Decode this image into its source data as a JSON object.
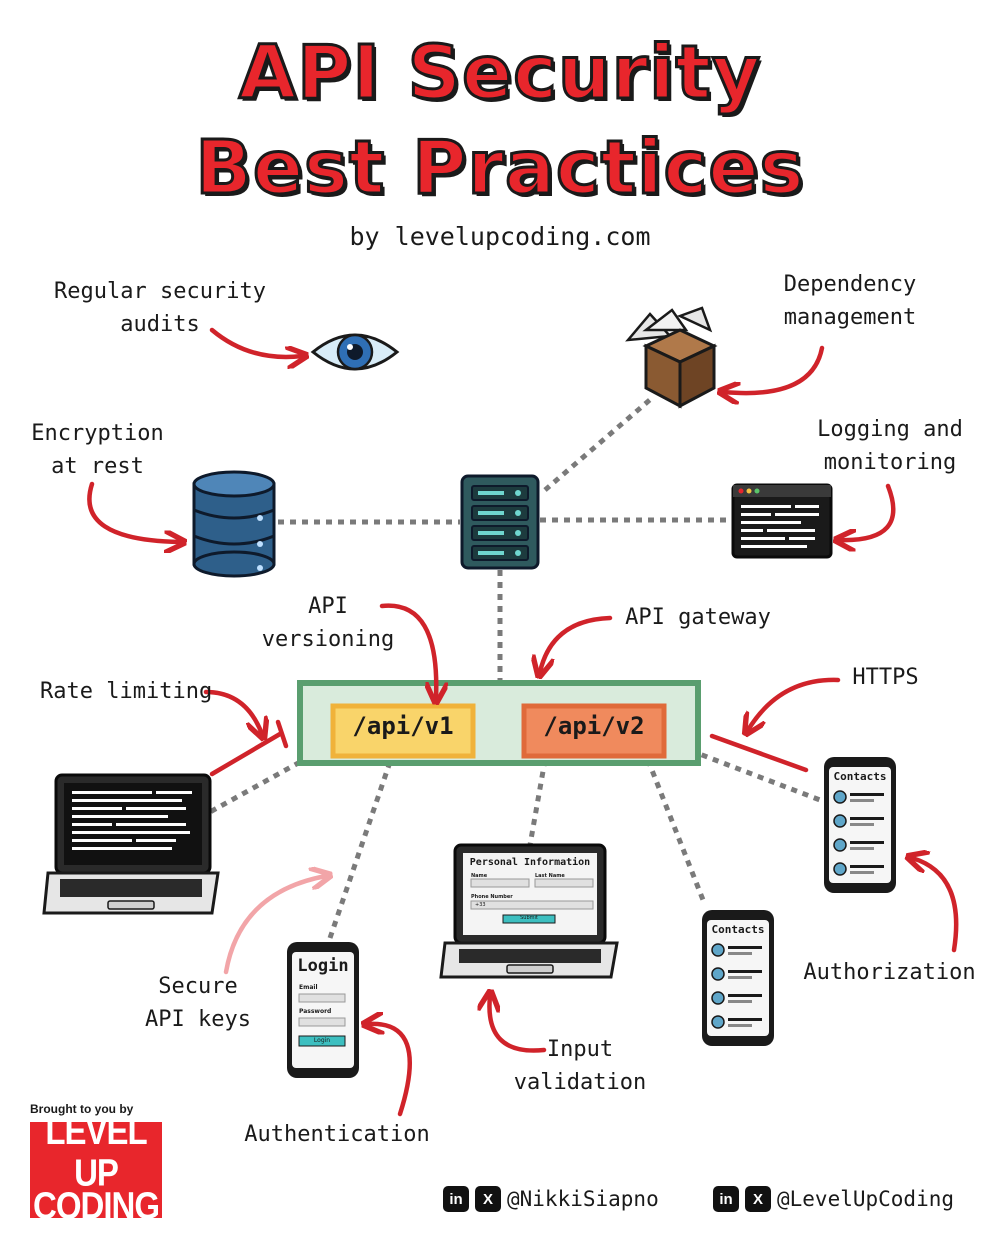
{
  "title": {
    "line1": "API Security",
    "line2": "Best Practices"
  },
  "subtitle": "by levelupcoding.com",
  "labels": {
    "regular_audits": [
      "Regular security",
      "audits"
    ],
    "dependency": [
      "Dependency",
      "management"
    ],
    "encryption": [
      "Encryption",
      "at rest"
    ],
    "logging": [
      "Logging and",
      "monitoring"
    ],
    "versioning": [
      "API",
      "versioning"
    ],
    "gateway": "API gateway",
    "rate_limiting": "Rate limiting",
    "https": "HTTPS",
    "secure_keys": [
      "Secure",
      "API keys"
    ],
    "input_validation": [
      "Input",
      "validation"
    ],
    "authorization": "Authorization",
    "authentication": "Authentication"
  },
  "gateway_box": {
    "v1": "/api/v1",
    "v2": "/api/v2"
  },
  "devices": {
    "login_title": "Login",
    "login_email": "Email",
    "login_password": "Password",
    "login_button": "Login",
    "form_title": "Personal Information",
    "form_name": "Name",
    "form_last_name": "Last Name",
    "form_phone": "Phone Number",
    "form_phone_value": "+33",
    "form_submit": "Submit",
    "contacts_title": "Contacts"
  },
  "footer": {
    "brought": "Brought to you by",
    "logo_line1": "LEVEL UP",
    "logo_line2": "CODING",
    "handle1": "@NikkiSiapno",
    "handle2": "@LevelUpCoding",
    "icon_in": "in",
    "icon_x": "X"
  },
  "icons": [
    "eye-icon",
    "package-icon",
    "database-icon",
    "server-icon",
    "terminal-window-icon",
    "laptop-icon",
    "phone-icon"
  ],
  "colors": {
    "accent_red": "#e8262c",
    "gateway_green": "#5a9e6f",
    "v1_yellow": "#f5c242",
    "v2_orange": "#f08a5d",
    "server_teal": "#2f5a5e",
    "db_blue": "#2e5f8a"
  }
}
